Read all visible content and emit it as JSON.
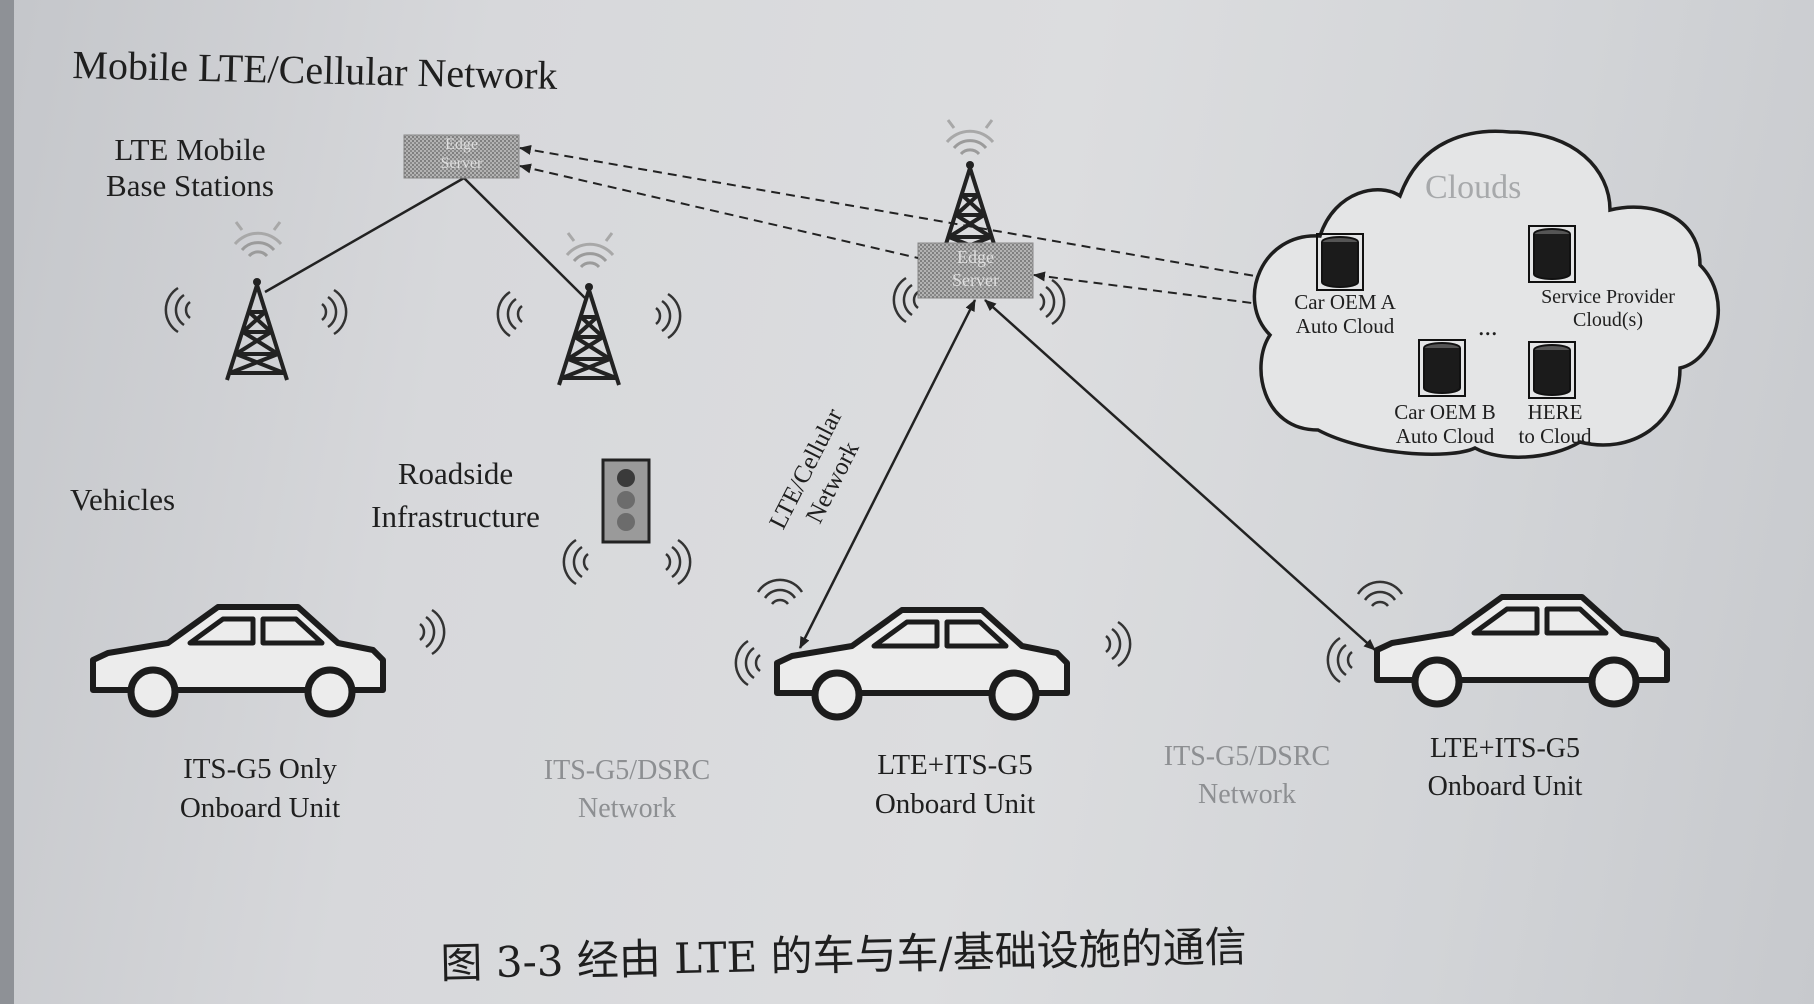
{
  "title": "Mobile LTE/Cellular Network",
  "base_stations_label": [
    "LTE Mobile",
    "Base Stations"
  ],
  "backhaul_server_label": [
    "Edge",
    "Server"
  ],
  "edge_server_label": [
    "Edge",
    "Server"
  ],
  "clouds": {
    "title": "Clouds",
    "car_oem_a": [
      "Car OEM A",
      "Auto Cloud"
    ],
    "service_provider": [
      "Service Provider",
      "Cloud(s)"
    ],
    "ellipsis": "...",
    "car_oem_b": [
      "Car OEM B",
      "Auto Cloud"
    ],
    "here": [
      "HERE",
      "to Cloud"
    ]
  },
  "vehicles_label": "Vehicles",
  "roadside_label": [
    "Roadside",
    "Infrastructure"
  ],
  "lte_link_label": [
    "LTE/Cellular",
    "Network"
  ],
  "cars": [
    {
      "label": [
        "ITS-G5 Only",
        "Onboard Unit"
      ]
    },
    {
      "label": [
        "LTE+ITS-G5",
        "Onboard Unit"
      ]
    },
    {
      "label": [
        "LTE+ITS-G5",
        "Onboard Unit"
      ]
    }
  ],
  "networks": [
    {
      "label": [
        "ITS-G5/DSRC",
        "Network"
      ]
    },
    {
      "label": [
        "ITS-G5/DSRC",
        "Network"
      ]
    }
  ],
  "caption": "图 3-3   经由 LTE 的车与车/基础设施的通信",
  "colors": {
    "paper": "#dcdddf",
    "ink": "#1f1f1f",
    "faded_text": "#8d8f92",
    "server_fill": "#a0a0a0"
  }
}
